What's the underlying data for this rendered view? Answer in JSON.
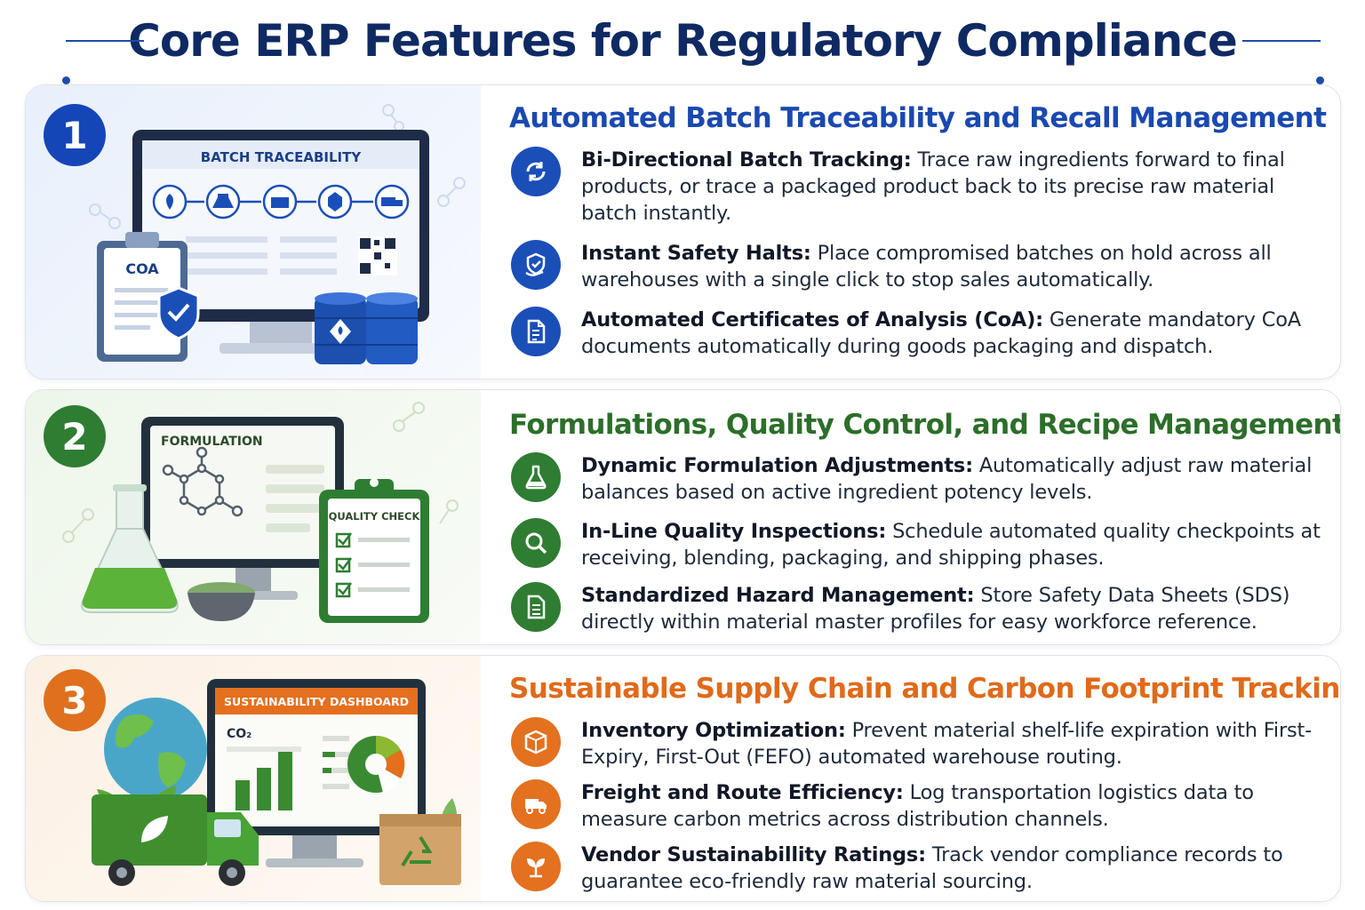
{
  "title": "Core ERP Features for Regulatory Compliance",
  "sections": [
    {
      "number": "1",
      "title": "Automated Batch Traceability and Recall Management",
      "accent": "#1a49b0",
      "illustration": {
        "screen_label": "BATCH TRACEABILITY",
        "clipboard_label": "COA"
      },
      "features": [
        {
          "icon": "refresh-icon",
          "name": "Bi-Directional Batch Tracking:",
          "text": " Trace raw ingredients forward to final products, or trace a packaged product back to its precise raw material batch instantly."
        },
        {
          "icon": "shield-hand-icon",
          "name": "Instant Safety Halts:",
          "text": " Place compromised batches on hold across all warehouses with a single click to stop sales automatically."
        },
        {
          "icon": "document-icon",
          "name": "Automated Certificates of Analysis (CoA):",
          "text": " Generate mandatory CoA documents automatically during goods packaging and dispatch."
        }
      ]
    },
    {
      "number": "2",
      "title": "Formulations, Quality Control, and Recipe Management",
      "accent": "#2c6e2a",
      "illustration": {
        "screen_label": "FORMULATION",
        "clipboard_label": "QUALITY CHECK"
      },
      "features": [
        {
          "icon": "flask-icon",
          "name": "Dynamic Formulation Adjustments:",
          "text": " Automatically adjust raw material balances based on active ingredient potency levels."
        },
        {
          "icon": "magnifier-icon",
          "name": "In-Line Quality Inspections:",
          "text": " Schedule automated quality checkpoints at receiving, blending, packaging, and shipping phases."
        },
        {
          "icon": "sheet-icon",
          "name": "Standardized Hazard Management:",
          "text": " Store Safety Data Sheets (SDS) directly within material master profiles for easy workforce reference."
        }
      ]
    },
    {
      "number": "3",
      "title": "Sustainable Supply Chain and Carbon Footprint Tracking",
      "accent": "#e06a1a",
      "illustration": {
        "screen_label": "SUSTAINABILITY DASHBOARD",
        "co2_label": "CO₂"
      },
      "features": [
        {
          "icon": "box-icon",
          "name": "Inventory Optimization:",
          "text": " Prevent material shelf-life expiration with First-Expiry, First-Out (FEFO) automated warehouse routing."
        },
        {
          "icon": "truck-icon",
          "name": "Freight and Route Efficiency:",
          "text": " Log transportation logistics data to measure carbon metrics across distribution channels."
        },
        {
          "icon": "sprout-icon",
          "name": "Vendor Sustainabillity Ratings:",
          "text": " Track vendor compliance records to guarantee eco-friendly raw material sourcing."
        }
      ]
    }
  ]
}
